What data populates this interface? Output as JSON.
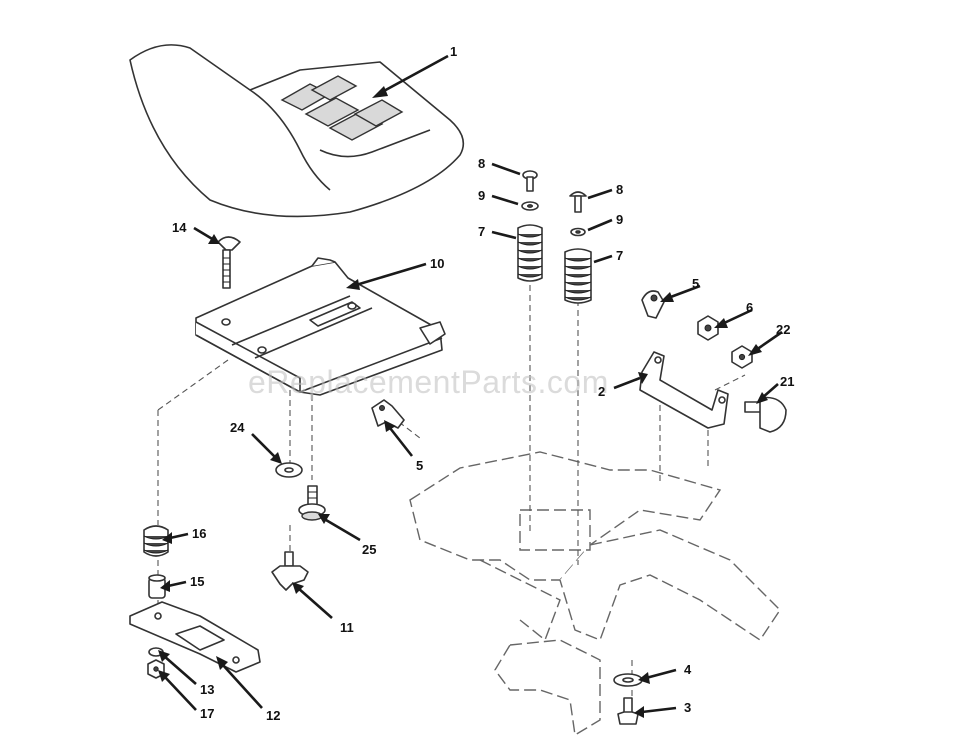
{
  "watermark": "eReplacementParts.com",
  "callouts": {
    "c1": "1",
    "c2": "2",
    "c3": "3",
    "c4": "4",
    "c5a": "5",
    "c5b": "5",
    "c6": "6",
    "c7a": "7",
    "c7b": "7",
    "c8a": "8",
    "c8b": "8",
    "c9a": "9",
    "c9b": "9",
    "c10": "10",
    "c11": "11",
    "c12": "12",
    "c13": "13",
    "c14": "14",
    "c15": "15",
    "c16": "16",
    "c17": "17",
    "c21": "21",
    "c22": "22",
    "c24": "24",
    "c25": "25"
  },
  "colors": {
    "line": "#333333",
    "watermark": "#bfbfbf",
    "background": "#ffffff"
  }
}
